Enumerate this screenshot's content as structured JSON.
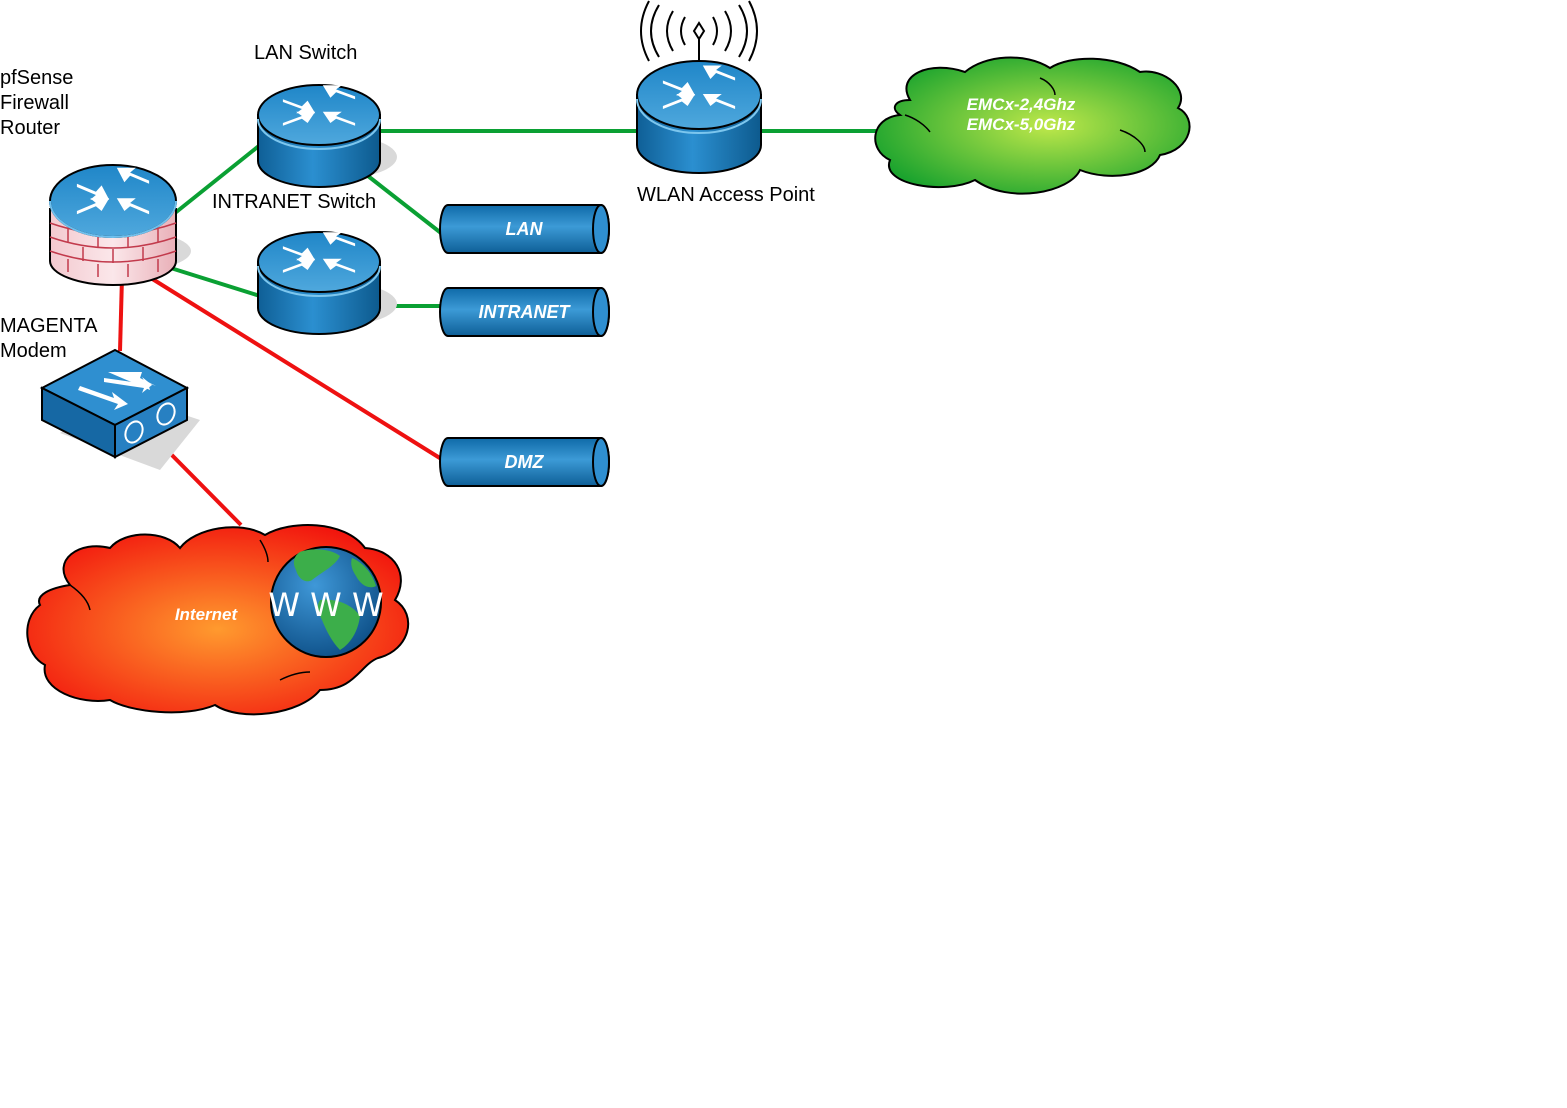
{
  "labels": {
    "firewall": [
      "pfSense",
      "Firewall",
      "Router"
    ],
    "lan_switch": "LAN Switch",
    "intranet_switch": "INTRANET Switch",
    "access_point": "WLAN Access Point",
    "modem": [
      "MAGENTA",
      "Modem"
    ]
  },
  "segments": {
    "lan": "LAN",
    "intranet": "INTRANET",
    "dmz": "DMZ"
  },
  "clouds": {
    "wlan_lines": [
      "EMCx-2,4Ghz",
      "EMCx-5,0Ghz"
    ],
    "internet": "Internet",
    "www": "W W W"
  },
  "colors": {
    "green_link": "#0aa033",
    "red_link": "#ee1111",
    "device_blue": "#1c7fc0"
  }
}
